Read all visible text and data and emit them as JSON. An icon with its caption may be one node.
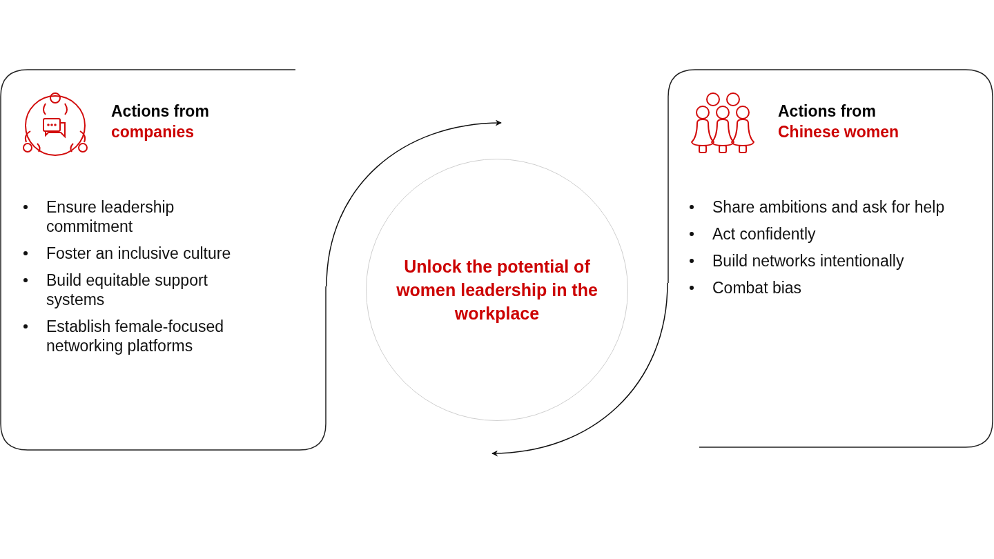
{
  "diagram": {
    "nodes": [
      {
        "text": [
          "Actions from",
          "companies",
          "Ensure leadership commitment",
          "Foster an inclusive culture",
          "Build equitable support systems",
          "Establish female-focused networking platforms"
        ]
      },
      {
        "text": [
          "Unlock the potential of women leadership in the workplace"
        ]
      },
      {
        "text": [
          "Actions from",
          "Chinese women",
          "Share ambitions and ask for help",
          "Act confidently",
          "Build networks intentionally",
          "Combat bias"
        ]
      }
    ],
    "edges": [
      {
        "from": 0,
        "to": null,
        "arrow": "to"
      },
      {
        "from": 2,
        "to": null,
        "arrow": "to"
      }
    ]
  }
}
